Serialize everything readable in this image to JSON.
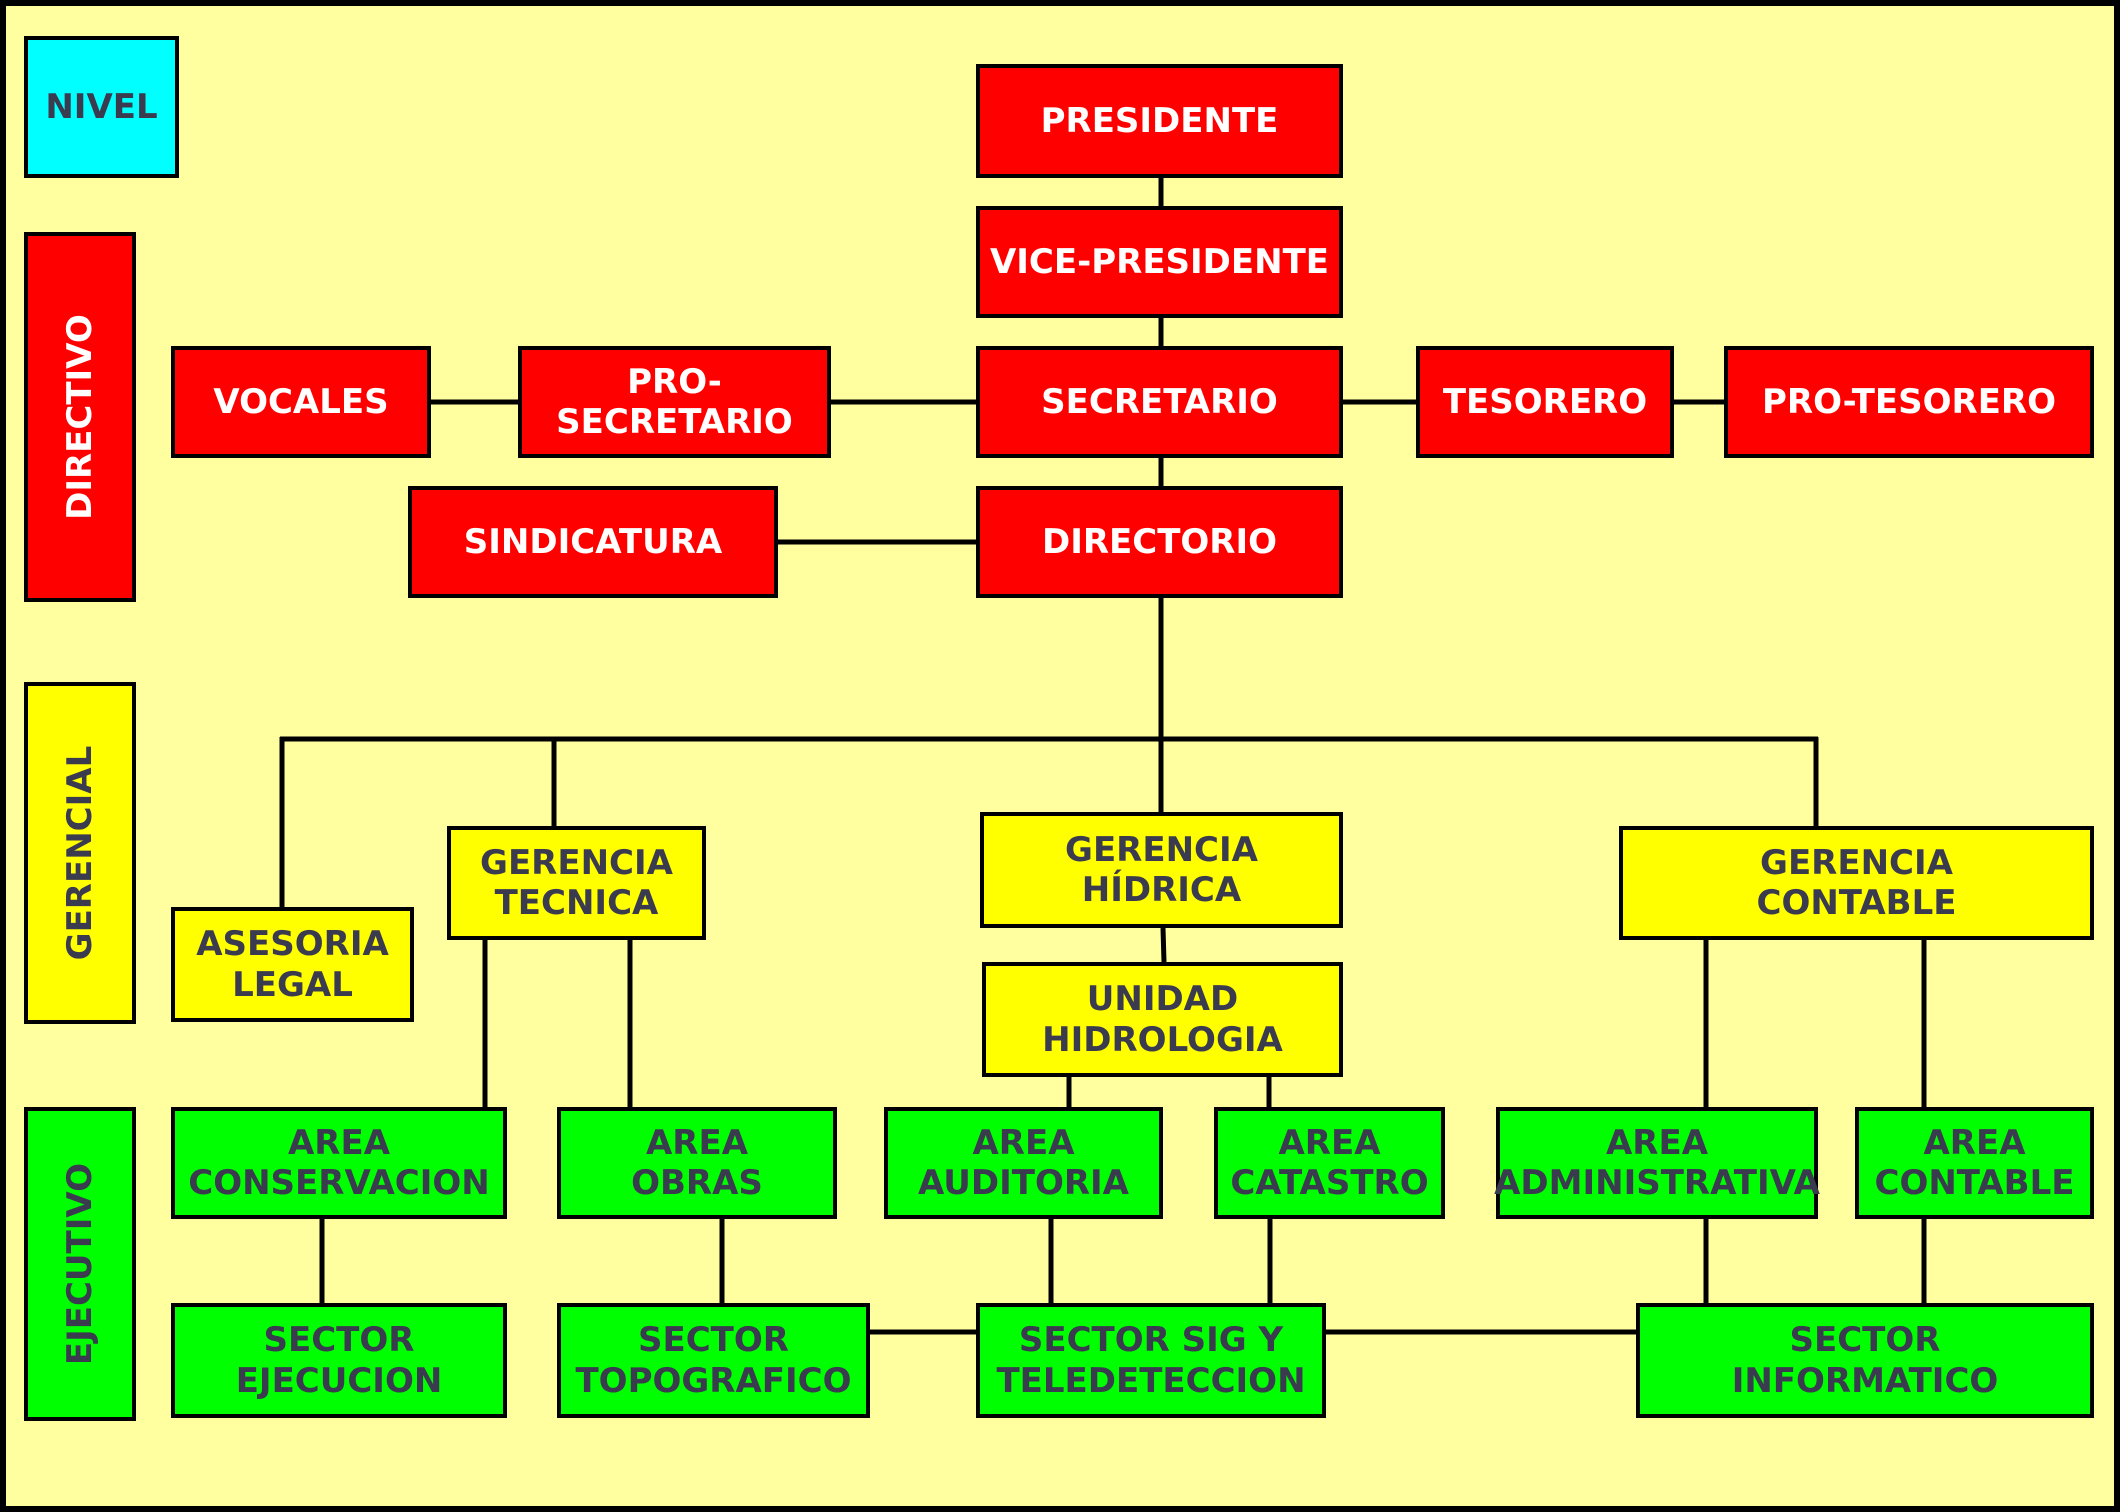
{
  "levels": {
    "nivel": "NIVEL",
    "directivo": "DIRECTIVO",
    "gerencial": "GERENCIAL",
    "ejecutivo": "EJECUTIVO"
  },
  "directivo": {
    "presidente": "PRESIDENTE",
    "vice_presidente": "VICE-PRESIDENTE",
    "vocales": "VOCALES",
    "pro_secretario": "PRO-\nSECRETARIO",
    "secretario": "SECRETARIO",
    "tesorero": "TESORERO",
    "pro_tesorero": "PRO-TESORERO",
    "sindicatura": "SINDICATURA",
    "directorio": "DIRECTORIO"
  },
  "gerencial": {
    "asesoria_legal": "ASESORIA\nLEGAL",
    "gerencia_tecnica": "GERENCIA\nTECNICA",
    "gerencia_hidrica": "GERENCIA\nHÍDRICA",
    "unidad_hidrologia": "UNIDAD\nHIDROLOGIA",
    "gerencia_contable": "GERENCIA\nCONTABLE"
  },
  "ejecutivo": {
    "area_conservacion": "AREA\nCONSERVACION",
    "area_obras": "AREA\nOBRAS",
    "area_auditoria": "AREA\nAUDITORIA",
    "area_catastro": "AREA\nCATASTRO",
    "area_administrativa": "AREA\nADMINISTRATIVA",
    "area_contable": "AREA\nCONTABLE",
    "sector_ejecucion": "SECTOR\nEJECUCION",
    "sector_topografico": "SECTOR\nTOPOGRAFICO",
    "sector_sig": "SECTOR SIG Y\nTELEDETECCION",
    "sector_informatico": "SECTOR\nINFORMATICO"
  },
  "colors": {
    "background": "#ffffa0",
    "directivo": "#ff0000",
    "gerencial": "#ffff00",
    "ejecutivo": "#00ff00",
    "nivel": "#00ffff"
  }
}
